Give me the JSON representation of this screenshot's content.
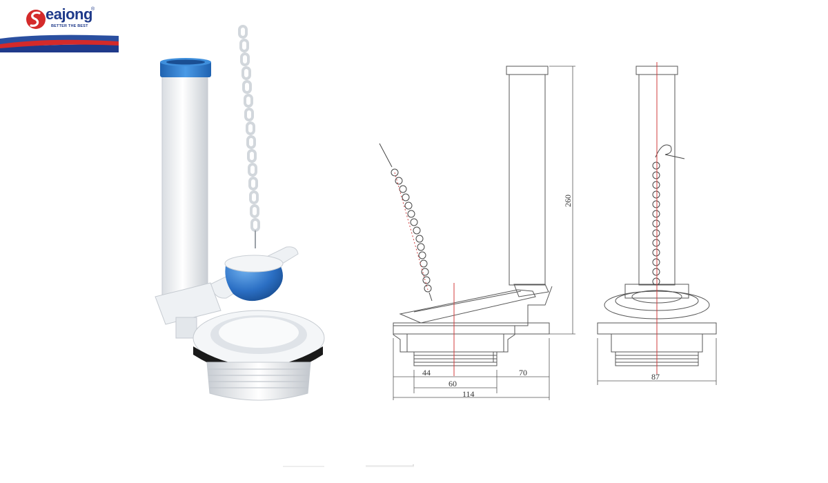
{
  "logo": {
    "brand": "eajong",
    "registered": "®",
    "tagline": "BETTER THE BEST",
    "colors": {
      "red": "#d42a2a",
      "blue": "#1f3a8a"
    }
  },
  "photo": {
    "cap_color": "#2f7fd0",
    "ball_color": "#2b6fc4",
    "body_color": "#f2f4f6",
    "gasket_color": "#1a1a1a"
  },
  "drawing": {
    "dimensions": {
      "height": "260",
      "inner_left": "44",
      "inner_width": "60",
      "offset_right": "70",
      "total_width": "114",
      "side_width": "87"
    },
    "centerline_color": "#d23b3b"
  }
}
